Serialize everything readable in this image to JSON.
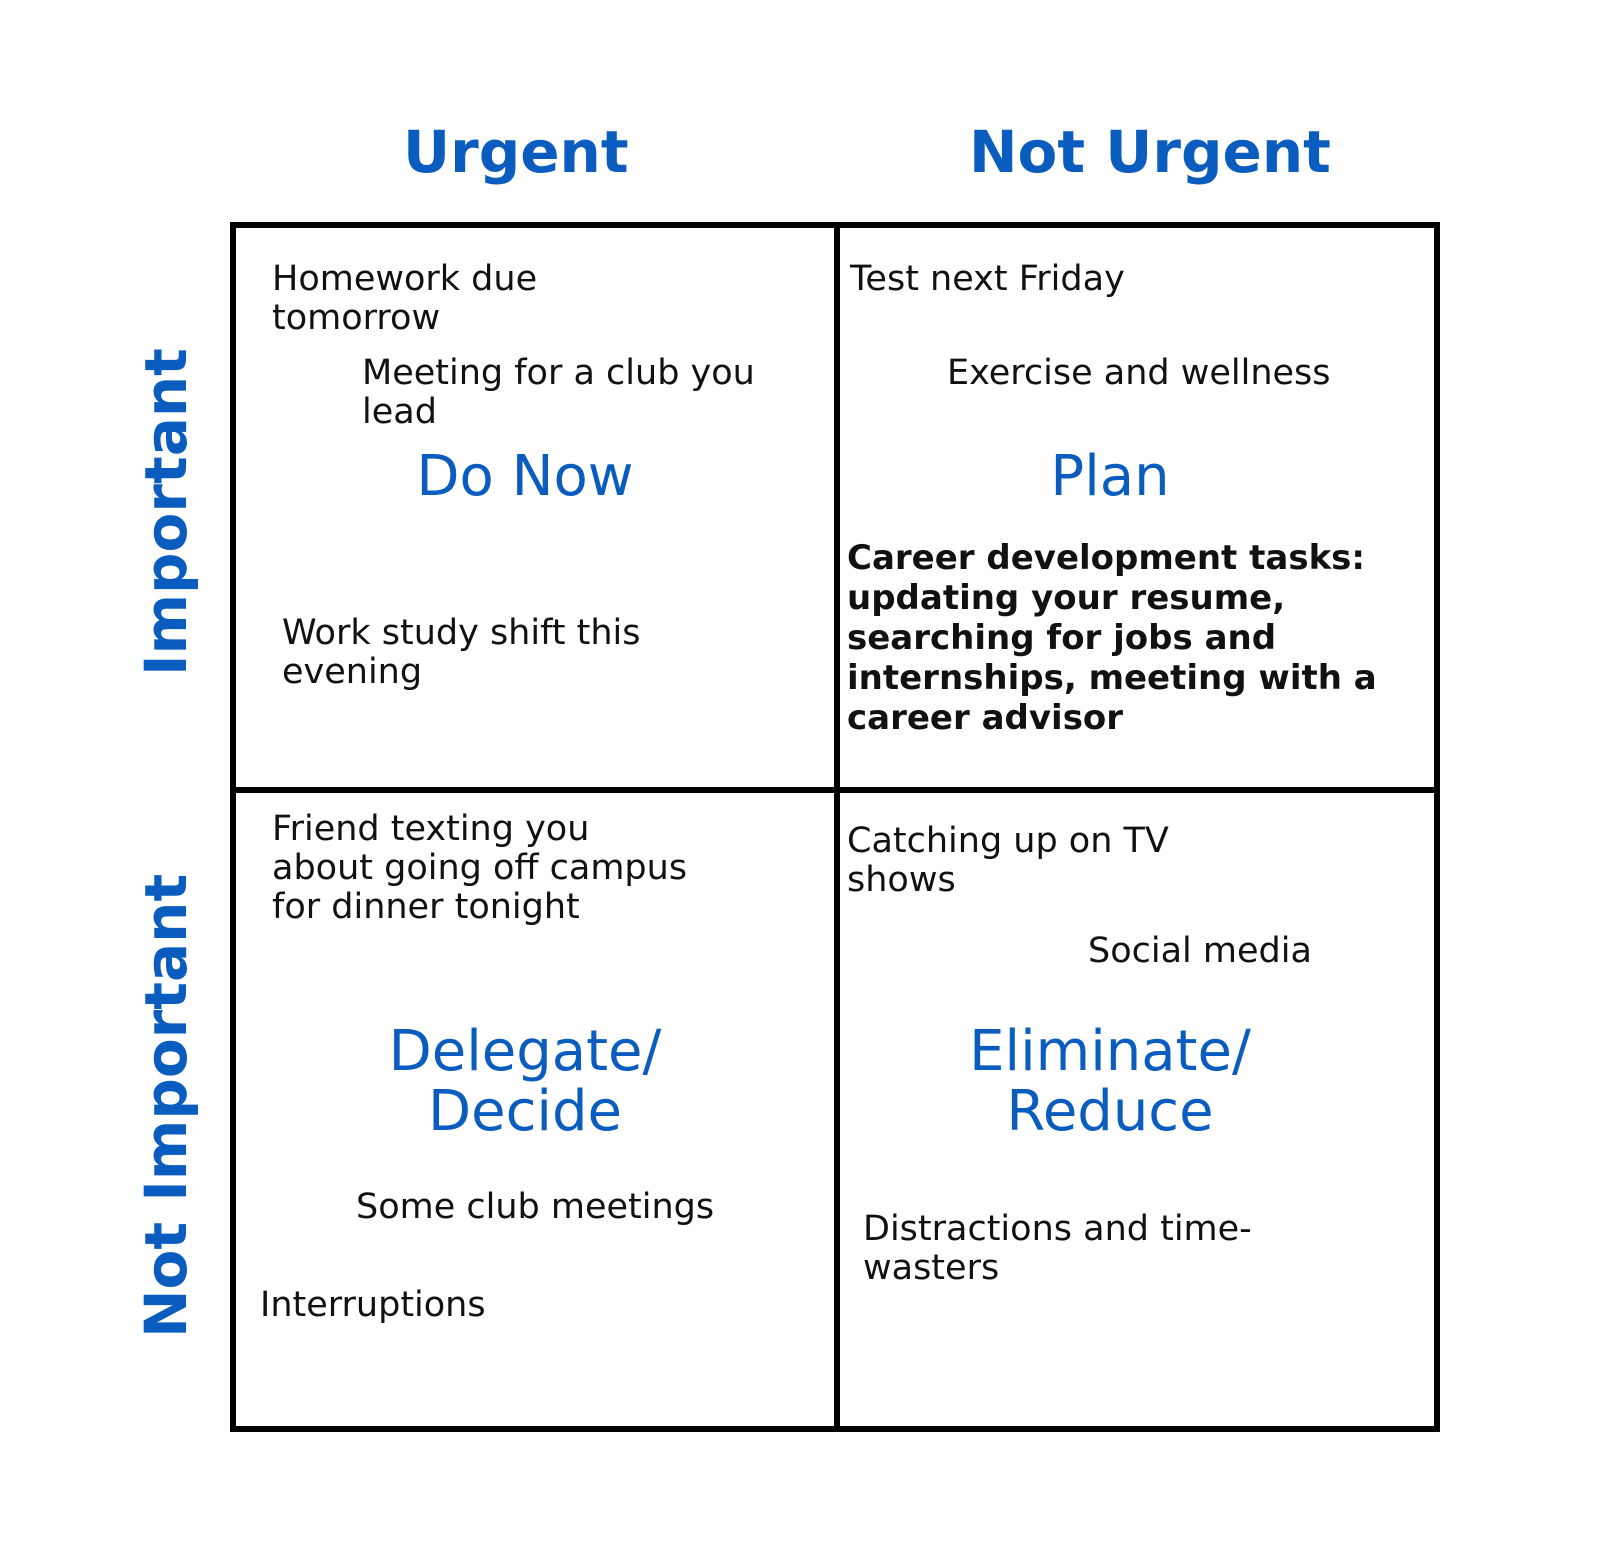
{
  "columns": {
    "urgent": "Urgent",
    "not_urgent": "Not Urgent"
  },
  "rows": {
    "important": "Important",
    "not_important": "Not Important"
  },
  "quadrants": {
    "do_now": {
      "label": "Do Now",
      "items": [
        "Homework due tomorrow",
        "Meeting for a club you lead",
        "Work study shift this evening"
      ]
    },
    "plan": {
      "label": "Plan",
      "items": [
        "Test next Friday",
        "Exercise and wellness",
        "Career development tasks: updating your resume, searching for jobs and internships, meeting with a career advisor"
      ]
    },
    "delegate": {
      "label_line1": "Delegate/",
      "label_line2": "Decide",
      "items": [
        "Friend texting you about going off campus for dinner tonight",
        "Some club meetings",
        "Interruptions"
      ]
    },
    "eliminate": {
      "label_line1": "Eliminate/",
      "label_line2": "Reduce",
      "items": [
        "Catching up on TV shows",
        "Social media",
        "Distractions and time-wasters"
      ]
    }
  },
  "colors": {
    "accent": "#0a5dbf",
    "text": "#111111",
    "border": "#000000"
  }
}
